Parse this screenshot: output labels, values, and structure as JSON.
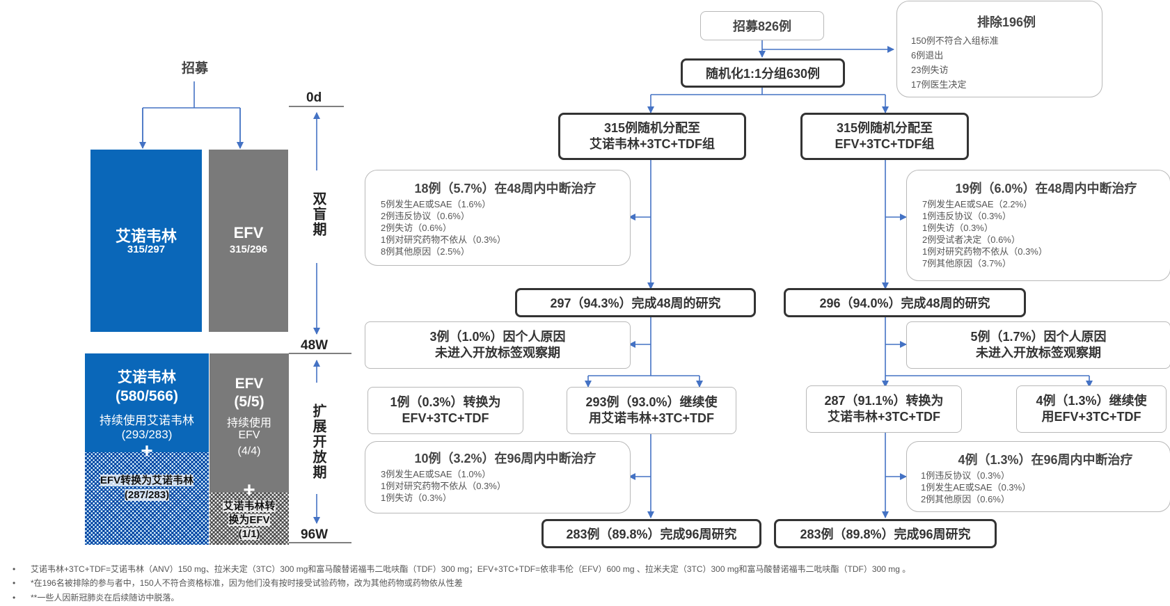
{
  "left": {
    "recruit": "招募",
    "db_anv_name": "艾诺韦林",
    "db_anv_count": "315/297",
    "db_efv_name": "EFV",
    "db_efv_count": "315/296",
    "ol_anv_name": "艾诺韦林",
    "ol_anv_count": "(580/566)",
    "ol_anv_cont": "持续使用艾诺韦林",
    "ol_anv_cont_count": "(293/283)",
    "ol_anv_plus": "+",
    "ol_anv_switch": "EFV转换为艾诺韦林",
    "ol_anv_switch_count": "(287/283)",
    "ol_efv_name": "EFV",
    "ol_efv_count": "(5/5)",
    "ol_efv_cont1": "持续使用",
    "ol_efv_cont2": "EFV",
    "ol_efv_cont_count": "(4/4)",
    "ol_efv_plus": "+",
    "ol_efv_switch1": "艾诺韦林转",
    "ol_efv_switch2": "换为EFV",
    "ol_efv_switch_count": "(1/1)",
    "tick_0d": "0d",
    "tick_48w": "48W",
    "tick_96w": "96W",
    "phase_db": "双盲期",
    "phase_ol": "扩展开放期"
  },
  "flow": {
    "recruit": "招募826例",
    "excluded_title": "排除196例",
    "excluded_items": [
      "150例不符合入组标准",
      "6例退出",
      "23例失访",
      "17例医生决定"
    ],
    "randomized": "随机化1:1分组630例",
    "arm_anv_1": "315例随机分配至",
    "arm_anv_2": "艾诺韦林+3TC+TDF组",
    "arm_efv_1": "315例随机分配至",
    "arm_efv_2": "EFV+3TC+TDF组",
    "disc48_anv_title": "18例（5.7%）在48周内中断治疗",
    "disc48_anv_items": [
      "5例发生AE或SAE（1.6%）",
      "2例违反协议（0.6%）",
      "2例失访（0.6%）",
      "1例对研究药物不依从（0.3%）",
      "8例其他原因（2.5%）"
    ],
    "disc48_efv_title": "19例（6.0%）在48周内中断治疗",
    "disc48_efv_items": [
      "7例发生AE或SAE（2.2%）",
      "1例违反协议（0.3%）",
      "1例失访（0.3%）",
      "2例受试者决定（0.6%）",
      "1例对研究药物不依从（0.3%）",
      "7例其他原因（3.7%）"
    ],
    "comp48_anv": "297（94.3%）完成48周的研究",
    "comp48_efv": "296（94.0%）完成48周的研究",
    "notol_anv_1": "3例（1.0%）因个人原因",
    "notol_anv_2": "未进入开放标签观察期",
    "notol_efv_1": "5例（1.7%）因个人原因",
    "notol_efv_2": "未进入开放标签观察期",
    "sw_anv_1": "1例（0.3%）转换为",
    "sw_anv_2": "EFV+3TC+TDF",
    "cont_anv_1": "293例（93.0%）继续使",
    "cont_anv_2": "用艾诺韦林+3TC+TDF",
    "sw_efv_1": "287（91.1%）转换为",
    "sw_efv_2": "艾诺韦林+3TC+TDF",
    "cont_efv_1": "4例（1.3%）继续使",
    "cont_efv_2": "用EFV+3TC+TDF",
    "disc96_anv_title": "10例（3.2%）在96周内中断治疗",
    "disc96_anv_items": [
      "3例发生AE或SAE（1.0%）",
      "1例对研究药物不依从（0.3%）",
      "1例失访（0.3%）"
    ],
    "disc96_efv_title": "4例（1.3%）在96周内中断治疗",
    "disc96_efv_items": [
      "1例违反协议（0.3%）",
      "1例发生AE或SAE（0.3%）",
      "2例其他原因（0.6%）"
    ],
    "comp96_anv": "283例（89.8%）完成96周研究",
    "comp96_efv": "283例（89.8%）完成96周研究"
  },
  "footnotes": [
    "艾诺韦林+3TC+TDF=艾诺韦林（ANV）150 mg、拉米夫定（3TC）300 mg和富马酸替诺福韦二吡呋酯（TDF）300 mg；EFV+3TC+TDF=依非韦伦（EFV）600 mg 、拉米夫定（3TC）300 mg和富马酸替诺福韦二吡呋酯（TDF）300 mg 。",
    "*在196名被排除的参与者中，150人不符合资格标准，因为他们没有按时接受试验药物，改为其他药物或药物依从性差",
    "**一些人因新冠肺炎在后续随访中脱落。"
  ],
  "colors": {
    "blue": "#0a67b9",
    "gray": "#7a7a7a",
    "arrow": "#4472c4",
    "dark_border": "#333333",
    "light_border": "#b8b8b8"
  }
}
